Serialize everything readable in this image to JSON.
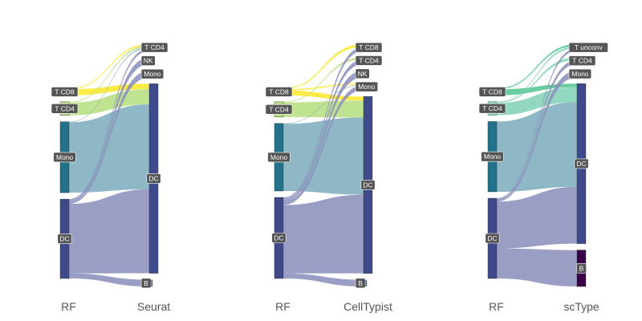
{
  "chart_data": [
    {
      "type": "sankey",
      "left_axis_label": "RF",
      "right_axis_label": "Seurat",
      "left_nodes": [
        {
          "name": "T CD8",
          "value": 3,
          "color": "#FDE725"
        },
        {
          "name": "T CD4",
          "value": 8,
          "color": "#B5DE7F"
        },
        {
          "name": "Mono",
          "value": 42,
          "color": "#22728B"
        },
        {
          "name": "DC",
          "value": 47,
          "color": "#3E4A89"
        }
      ],
      "right_nodes": [
        {
          "name": "T CD4",
          "value": 2,
          "color": "#8A8DBA"
        },
        {
          "name": "NK",
          "value": 1,
          "color": "#8A8DBA"
        },
        {
          "name": "Mono",
          "value": 1,
          "color": "#8A8DBA"
        },
        {
          "name": "DC",
          "value": 93,
          "color": "#3E4A89"
        },
        {
          "name": "B",
          "value": 3,
          "color": "#3E4A89"
        }
      ],
      "flows": [
        {
          "from": "T CD8",
          "to": "T CD4",
          "value": 0.4,
          "color": "#FDE725"
        },
        {
          "from": "T CD8",
          "to": "DC",
          "value": 2.6,
          "color": "#FDE725"
        },
        {
          "from": "T CD4",
          "to": "T CD4",
          "value": 0.5,
          "color": "#B5DE7F"
        },
        {
          "from": "T CD4",
          "to": "DC",
          "value": 7.5,
          "color": "#B5DE7F"
        },
        {
          "from": "Mono",
          "to": "T CD4",
          "value": 0.3,
          "color": "#7AABBB"
        },
        {
          "from": "Mono",
          "to": "DC",
          "value": 41.7,
          "color": "#7AABBB"
        },
        {
          "from": "DC",
          "to": "T CD4",
          "value": 0.8,
          "color": "#8A8DBA"
        },
        {
          "from": "DC",
          "to": "NK",
          "value": 1,
          "color": "#8A8DBA"
        },
        {
          "from": "DC",
          "to": "Mono",
          "value": 1,
          "color": "#8A8DBA"
        },
        {
          "from": "DC",
          "to": "DC",
          "value": 41.2,
          "color": "#8A8DBA"
        },
        {
          "from": "DC",
          "to": "B",
          "value": 3,
          "color": "#8A8DBA"
        }
      ]
    },
    {
      "type": "sankey",
      "left_axis_label": "RF",
      "right_axis_label": "CellTypist",
      "left_nodes": [
        {
          "name": "T CD8",
          "value": 3,
          "color": "#FDE725"
        },
        {
          "name": "T CD4",
          "value": 9,
          "color": "#B5DE7F"
        },
        {
          "name": "Mono",
          "value": 40,
          "color": "#22728B"
        },
        {
          "name": "DC",
          "value": 48,
          "color": "#3E4A89"
        }
      ],
      "right_nodes": [
        {
          "name": "T CD8",
          "value": 1,
          "color": "#8A8DBA"
        },
        {
          "name": "T CD4",
          "value": 1,
          "color": "#8A8DBA"
        },
        {
          "name": "NK",
          "value": 1,
          "color": "#8A8DBA"
        },
        {
          "name": "Mono",
          "value": 3,
          "color": "#3E4A89"
        },
        {
          "name": "DC",
          "value": 91,
          "color": "#3E4A89"
        },
        {
          "name": "B",
          "value": 3,
          "color": "#3E4A89"
        }
      ],
      "flows": [
        {
          "from": "T CD8",
          "to": "T CD8",
          "value": 0.4,
          "color": "#FDE725"
        },
        {
          "from": "T CD8",
          "to": "Mono",
          "value": 0.5,
          "color": "#FDE725"
        },
        {
          "from": "T CD8",
          "to": "DC",
          "value": 2.1,
          "color": "#FDE725"
        },
        {
          "from": "T CD4",
          "to": "T CD4",
          "value": 0.3,
          "color": "#B5DE7F"
        },
        {
          "from": "T CD4",
          "to": "DC",
          "value": 8.7,
          "color": "#B5DE7F"
        },
        {
          "from": "Mono",
          "to": "Mono",
          "value": 0.3,
          "color": "#7AABBB"
        },
        {
          "from": "Mono",
          "to": "DC",
          "value": 39.7,
          "color": "#7AABBB"
        },
        {
          "from": "DC",
          "to": "T CD8",
          "value": 0.6,
          "color": "#8A8DBA"
        },
        {
          "from": "DC",
          "to": "T CD4",
          "value": 0.7,
          "color": "#8A8DBA"
        },
        {
          "from": "DC",
          "to": "NK",
          "value": 1,
          "color": "#8A8DBA"
        },
        {
          "from": "DC",
          "to": "Mono",
          "value": 2.2,
          "color": "#8A8DBA"
        },
        {
          "from": "DC",
          "to": "DC",
          "value": 40.5,
          "color": "#8A8DBA"
        },
        {
          "from": "DC",
          "to": "B",
          "value": 3,
          "color": "#8A8DBA"
        }
      ]
    },
    {
      "type": "sankey",
      "left_axis_label": "RF",
      "right_axis_label": "scType",
      "left_nodes": [
        {
          "name": "T CD8",
          "value": 2,
          "color": "#7FD8B0"
        },
        {
          "name": "T CD4",
          "value": 8,
          "color": "#7FD8B0"
        },
        {
          "name": "Mono",
          "value": 42,
          "color": "#22728B"
        },
        {
          "name": "DC",
          "value": 48,
          "color": "#3E4A89"
        }
      ],
      "right_nodes": [
        {
          "name": "T unconv",
          "value": 1,
          "color": "#8A8DBA"
        },
        {
          "name": "T CD4",
          "value": 1,
          "color": "#8A8DBA"
        },
        {
          "name": "Mono",
          "value": 1,
          "color": "#8A8DBA"
        },
        {
          "name": "DC",
          "value": 79,
          "color": "#3E4A89"
        },
        {
          "name": "B",
          "value": 18,
          "color": "#3A0148"
        }
      ],
      "flows": [
        {
          "from": "T CD8",
          "to": "T unconv",
          "value": 0.3,
          "color": "#4FC48F"
        },
        {
          "from": "T CD8",
          "to": "DC",
          "value": 1.7,
          "color": "#4FC48F"
        },
        {
          "from": "T CD4",
          "to": "T unconv",
          "value": 0.3,
          "color": "#7FD0B4"
        },
        {
          "from": "T CD4",
          "to": "T CD4",
          "value": 0.4,
          "color": "#7FD0B4"
        },
        {
          "from": "T CD4",
          "to": "DC",
          "value": 7.3,
          "color": "#7FD0B4"
        },
        {
          "from": "Mono",
          "to": "DC",
          "value": 42,
          "color": "#7AABBB"
        },
        {
          "from": "DC",
          "to": "T unconv",
          "value": 0.4,
          "color": "#8A8DBA"
        },
        {
          "from": "DC",
          "to": "T CD4",
          "value": 0.6,
          "color": "#8A8DBA"
        },
        {
          "from": "DC",
          "to": "Mono",
          "value": 1,
          "color": "#8A8DBA"
        },
        {
          "from": "DC",
          "to": "DC",
          "value": 28,
          "color": "#8A8DBA"
        },
        {
          "from": "DC",
          "to": "B",
          "value": 18,
          "color": "#8A8DBA"
        }
      ]
    }
  ]
}
